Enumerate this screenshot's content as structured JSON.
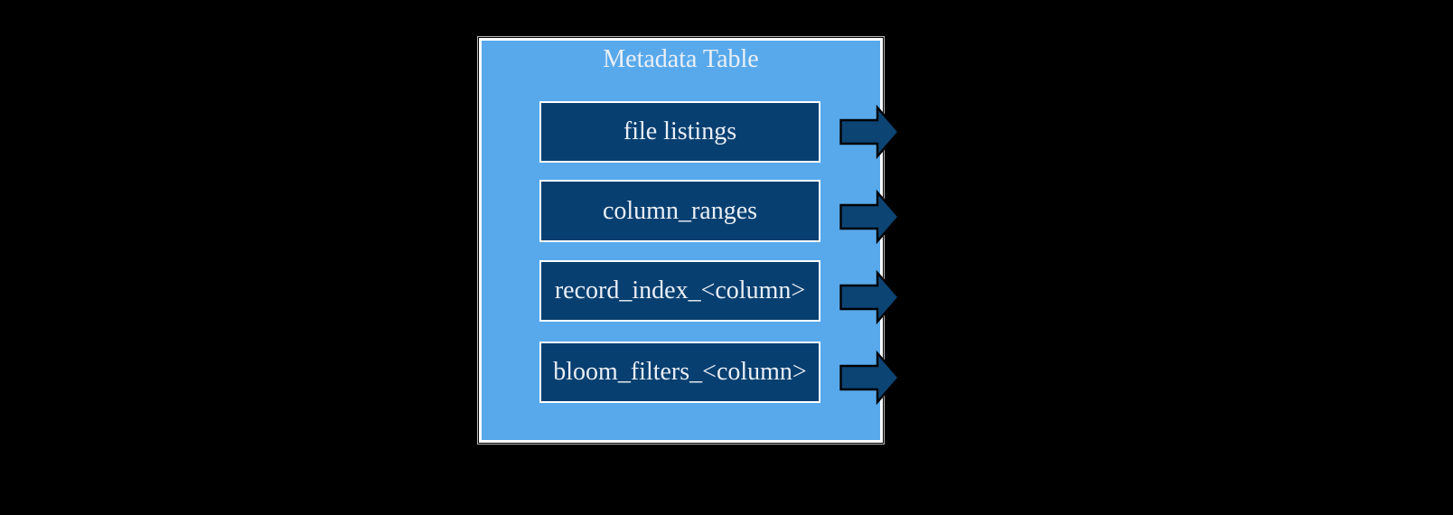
{
  "diagram": {
    "title": "Metadata Table",
    "partitions": [
      {
        "label": "file listings"
      },
      {
        "label": "column_ranges"
      },
      {
        "label": "record_index_<column>"
      },
      {
        "label": "bloom_filters_<column>"
      }
    ],
    "arrows": [
      {
        "name": "file-listings-arrow"
      },
      {
        "name": "column-ranges-arrow"
      },
      {
        "name": "record-index-arrow"
      },
      {
        "name": "bloom-filters-arrow"
      }
    ],
    "colors": {
      "background": "#000000",
      "container_fill": "#58a9eb",
      "box_fill": "#073f70",
      "arrow_fill": "#0c4474",
      "arrow_outline": "#000000",
      "border": "#ffffff",
      "text": "#eaeff6"
    }
  }
}
